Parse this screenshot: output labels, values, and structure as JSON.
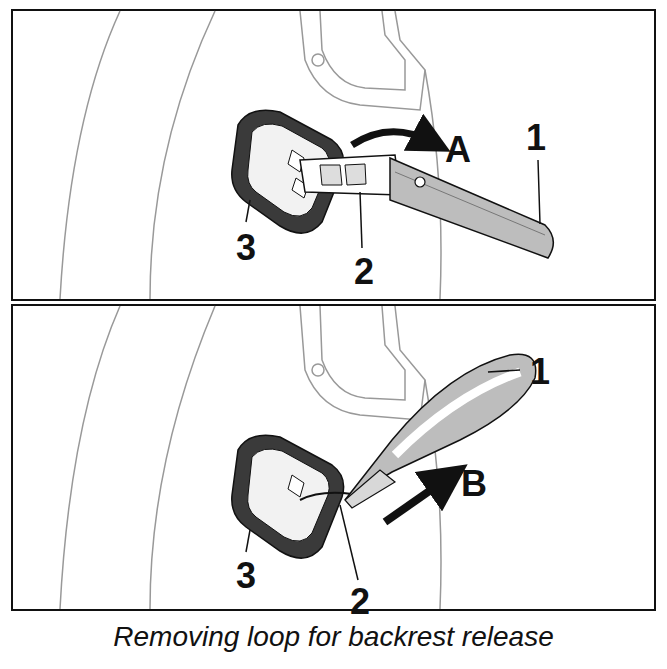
{
  "diagram": {
    "caption": "Removing loop for backrest release",
    "labels": [
      "A",
      "1",
      "3",
      "2",
      "1",
      "3",
      "2",
      "B"
    ]
  }
}
